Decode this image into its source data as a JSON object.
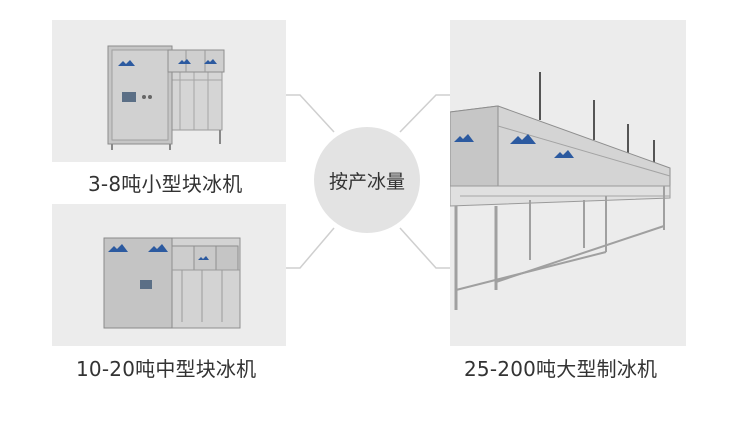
{
  "hub": {
    "label": "按产冰量"
  },
  "products": [
    {
      "caption": "3-8吨小型块冰机"
    },
    {
      "caption": "10-20吨中型块冰机"
    },
    {
      "caption": "25-200吨大型制冰机"
    }
  ],
  "colors": {
    "panel_bg": "#ececec",
    "hub_bg": "#e3e3e3",
    "connector": "#cfcfcf",
    "text": "#333333",
    "brand_blue": "#2c5aa0"
  },
  "icons": [
    "snowland-logo"
  ]
}
